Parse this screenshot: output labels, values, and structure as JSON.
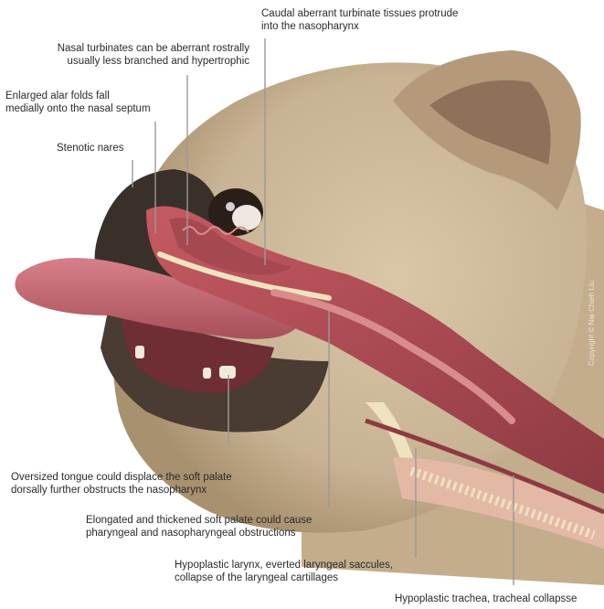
{
  "labels": {
    "caudal_turbinates": {
      "line1": "Caudal aberrant turbinate tissues protrude",
      "line2": "into the nasopharynx"
    },
    "nasal_turbinates": {
      "line1": "Nasal turbinates can be aberrant rostrally",
      "line2": "usually less branched and hypertrophic"
    },
    "alar_folds": {
      "line1": "Enlarged alar folds fall",
      "line2": "medially onto the nasal septum"
    },
    "stenotic_nares": {
      "line1": "Stenotic nares"
    },
    "tongue": {
      "line1": "Oversized tongue could displace the soft palate",
      "line2": "dorsally further obstructs the nasopharynx"
    },
    "soft_palate": {
      "line1": "Elongated and thickened soft palate could cause",
      "line2": "pharyngeal and nasopharyngeal obstructions"
    },
    "larynx": {
      "line1": "Hypoplastic larynx, everted laryngeal saccules,",
      "line2": "collapse of the laryngeal cartillages"
    },
    "trachea": {
      "line1": "Hypoplastic trachea, tracheal collapsse"
    }
  },
  "copyright": "Copyright © Nai-Chieh Liu",
  "colors": {
    "fur": "#c8b394",
    "fur_shadow": "#a8916f",
    "ear": "#9a7f65",
    "mask": "#3a302a",
    "tissue": "#b8505a",
    "tissue_light": "#d98c8c",
    "bone": "#efe3bf",
    "tongue": "#c86a74",
    "leader_line": "#9a9a9a"
  }
}
